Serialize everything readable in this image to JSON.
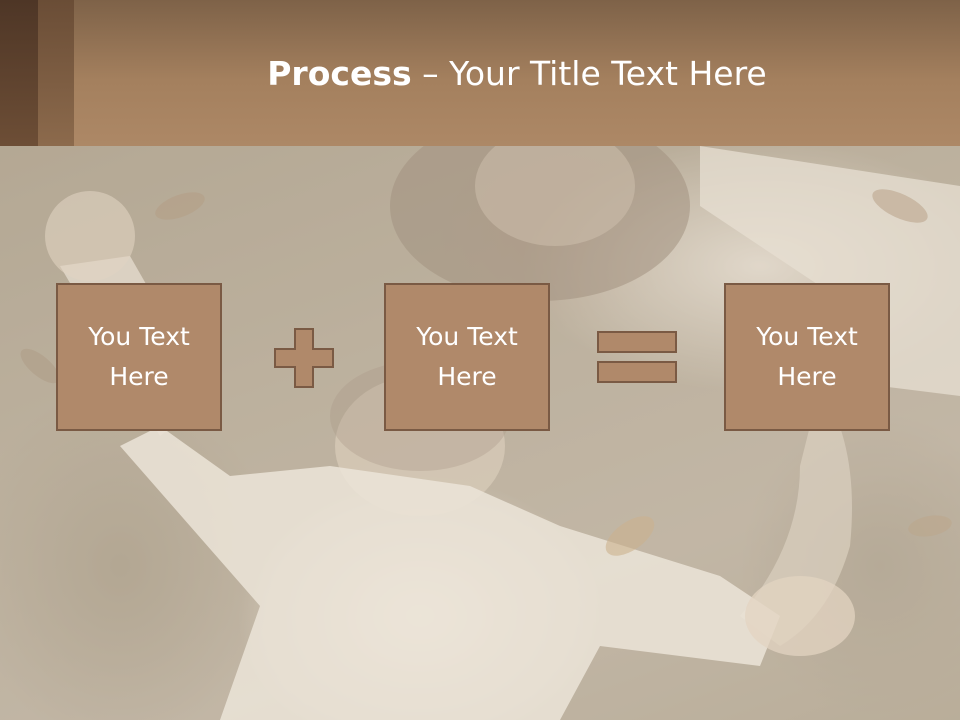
{
  "title": {
    "bold": "Process",
    "rest": " – Your Title Text Here"
  },
  "process": {
    "boxes": [
      {
        "label": "You Text\nHere"
      },
      {
        "label": "You Text\nHere"
      },
      {
        "label": "You Text\nHere"
      }
    ],
    "operators": [
      "plus-icon",
      "equals-icon"
    ]
  },
  "colors": {
    "header": "#a4805e",
    "box_fill": "#b0896a",
    "box_border": "#7a5a44",
    "text": "#ffffff"
  }
}
